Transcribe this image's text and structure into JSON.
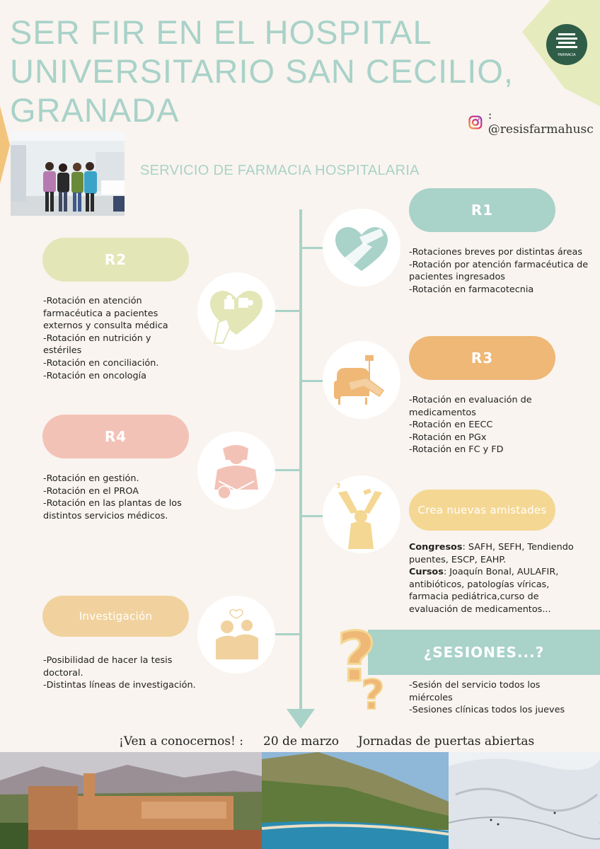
{
  "header": {
    "title_lines": [
      "SER FIR EN EL HOSPITAL",
      "UNIVERSITARIO SAN CECILIO,",
      "GRANADA"
    ],
    "instagram": ": @resisfarmahusc",
    "service": "SERVICIO DE FARMACIA HOSPITALARIA",
    "logo_text": "FARMACIA"
  },
  "sections": {
    "r1": {
      "label": "R1",
      "lines": [
        "-Rotaciones breves por distintas áreas",
        "-Rotación por atención farmacéutica de pacientes ingresados",
        "-Rotación en farmacotecnia"
      ]
    },
    "r2": {
      "label": "R2",
      "lines": [
        "-Rotación en atención farmacéutica a pacientes externos y consulta médica",
        "-Rotación en nutrición y estériles",
        "-Rotación en conciliación.",
        "-Rotación en oncología"
      ]
    },
    "r3": {
      "label": "R3",
      "lines": [
        "-Rotación en evaluación de medicamentos",
        "-Rotación en EECC",
        "-Rotación en PGx",
        "-Rotación en FC y FD"
      ]
    },
    "r4": {
      "label": "R4",
      "lines": [
        "-Rotación en gestión.",
        "-Rotación en el PROA",
        "-Rotación en las plantas de los distintos servicios médicos."
      ]
    },
    "amistades": {
      "label": "Crea nuevas amistades",
      "congresos_label": "Congresos",
      "congresos": ": SAFH, SEFH, Tendiendo puentes, ESCP, EAHP.",
      "cursos_label": "Cursos",
      "cursos": ": Joaquín Bonal, AULAFIR, antibióticos, patologías víricas, farmacia pediátrica,curso de evaluación de medicamentos..."
    },
    "investigacion": {
      "label": "Investigación",
      "lines": [
        "-Posibilidad de hacer la tesis doctoral.",
        "-Distintas líneas de investigación."
      ]
    },
    "sesiones": {
      "label": "¿SESIONES...?",
      "lines": [
        "-Sesión del servicio todos los miércoles",
        "-Sesiones clínicas todos los jueves"
      ]
    }
  },
  "footer": {
    "invite": "¡Ven a conocernos! :",
    "date": "20 de marzo",
    "event": "Jornadas de puertas abiertas"
  },
  "colors": {
    "mint": "#a9d2c9",
    "lime": "#e3e6b7",
    "orange": "#efb877",
    "pink": "#f3c2b7",
    "yellow": "#f4d793",
    "sand": "#f1d29e",
    "background": "#f9f4ef"
  }
}
